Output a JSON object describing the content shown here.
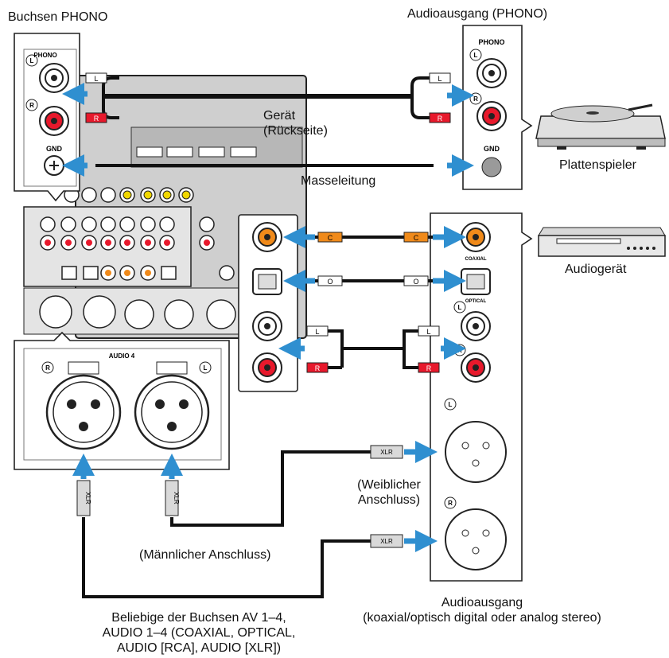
{
  "labels": {
    "phono_jacks": "Buchsen PHONO",
    "phono_output": "Audioausgang (PHONO)",
    "device_rear_1": "Gerät",
    "device_rear_2": "(Rückseite)",
    "ground_wire": "Masseleitung",
    "turntable": "Plattenspieler",
    "audio_device": "Audiogerät",
    "female_1": "(Weiblicher",
    "female_2": "Anschluss)",
    "male": "(Männlicher Anschluss)",
    "audio_output_1": "Audioausgang",
    "audio_output_2": "(koaxial/optisch digital oder analog stereo)",
    "any_jacks_1": "Beliebige der Buchsen AV 1–4,",
    "any_jacks_2": "AUDIO 1–4 (COAXIAL, OPTICAL,",
    "any_jacks_3": "AUDIO [RCA], AUDIO [XLR])"
  },
  "panel": {
    "phono": "PHONO",
    "gnd": "GND",
    "audio4": "AUDIO 4",
    "coaxial": "COAXIAL",
    "optical": "OPTICAL",
    "left": "L",
    "right": "R"
  },
  "plugs": {
    "left": "L",
    "right": "R",
    "coax": "C",
    "optical": "O",
    "xlr": "XLR"
  },
  "colors": {
    "arrow": "#2f8fd0",
    "red_jack": "#e8192c",
    "orange_jack": "#f08a1a",
    "red_plug": "#e8192c",
    "orange_plug": "#f08a1a",
    "receiver_body": "#c8c8c8",
    "cable": "#111111"
  },
  "icons": [
    "turntable-icon",
    "cd-player-icon",
    "receiver-rear-panel-illustration"
  ]
}
